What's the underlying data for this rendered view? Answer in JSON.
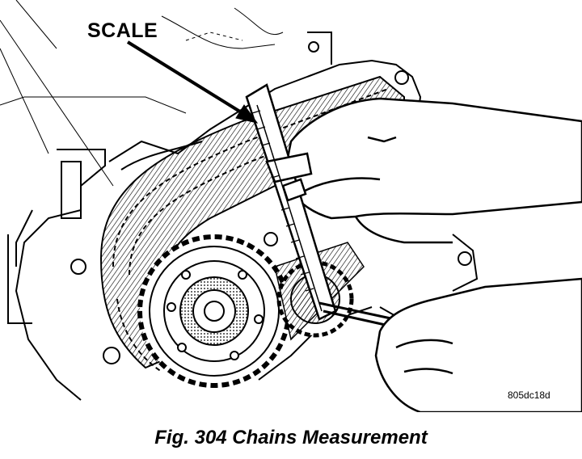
{
  "figure": {
    "callout_label": "SCALE",
    "image_code": "805dc18d",
    "caption": "Fig. 304 Chains Measurement"
  },
  "colors": {
    "ink": "#000000",
    "paper": "#ffffff"
  }
}
